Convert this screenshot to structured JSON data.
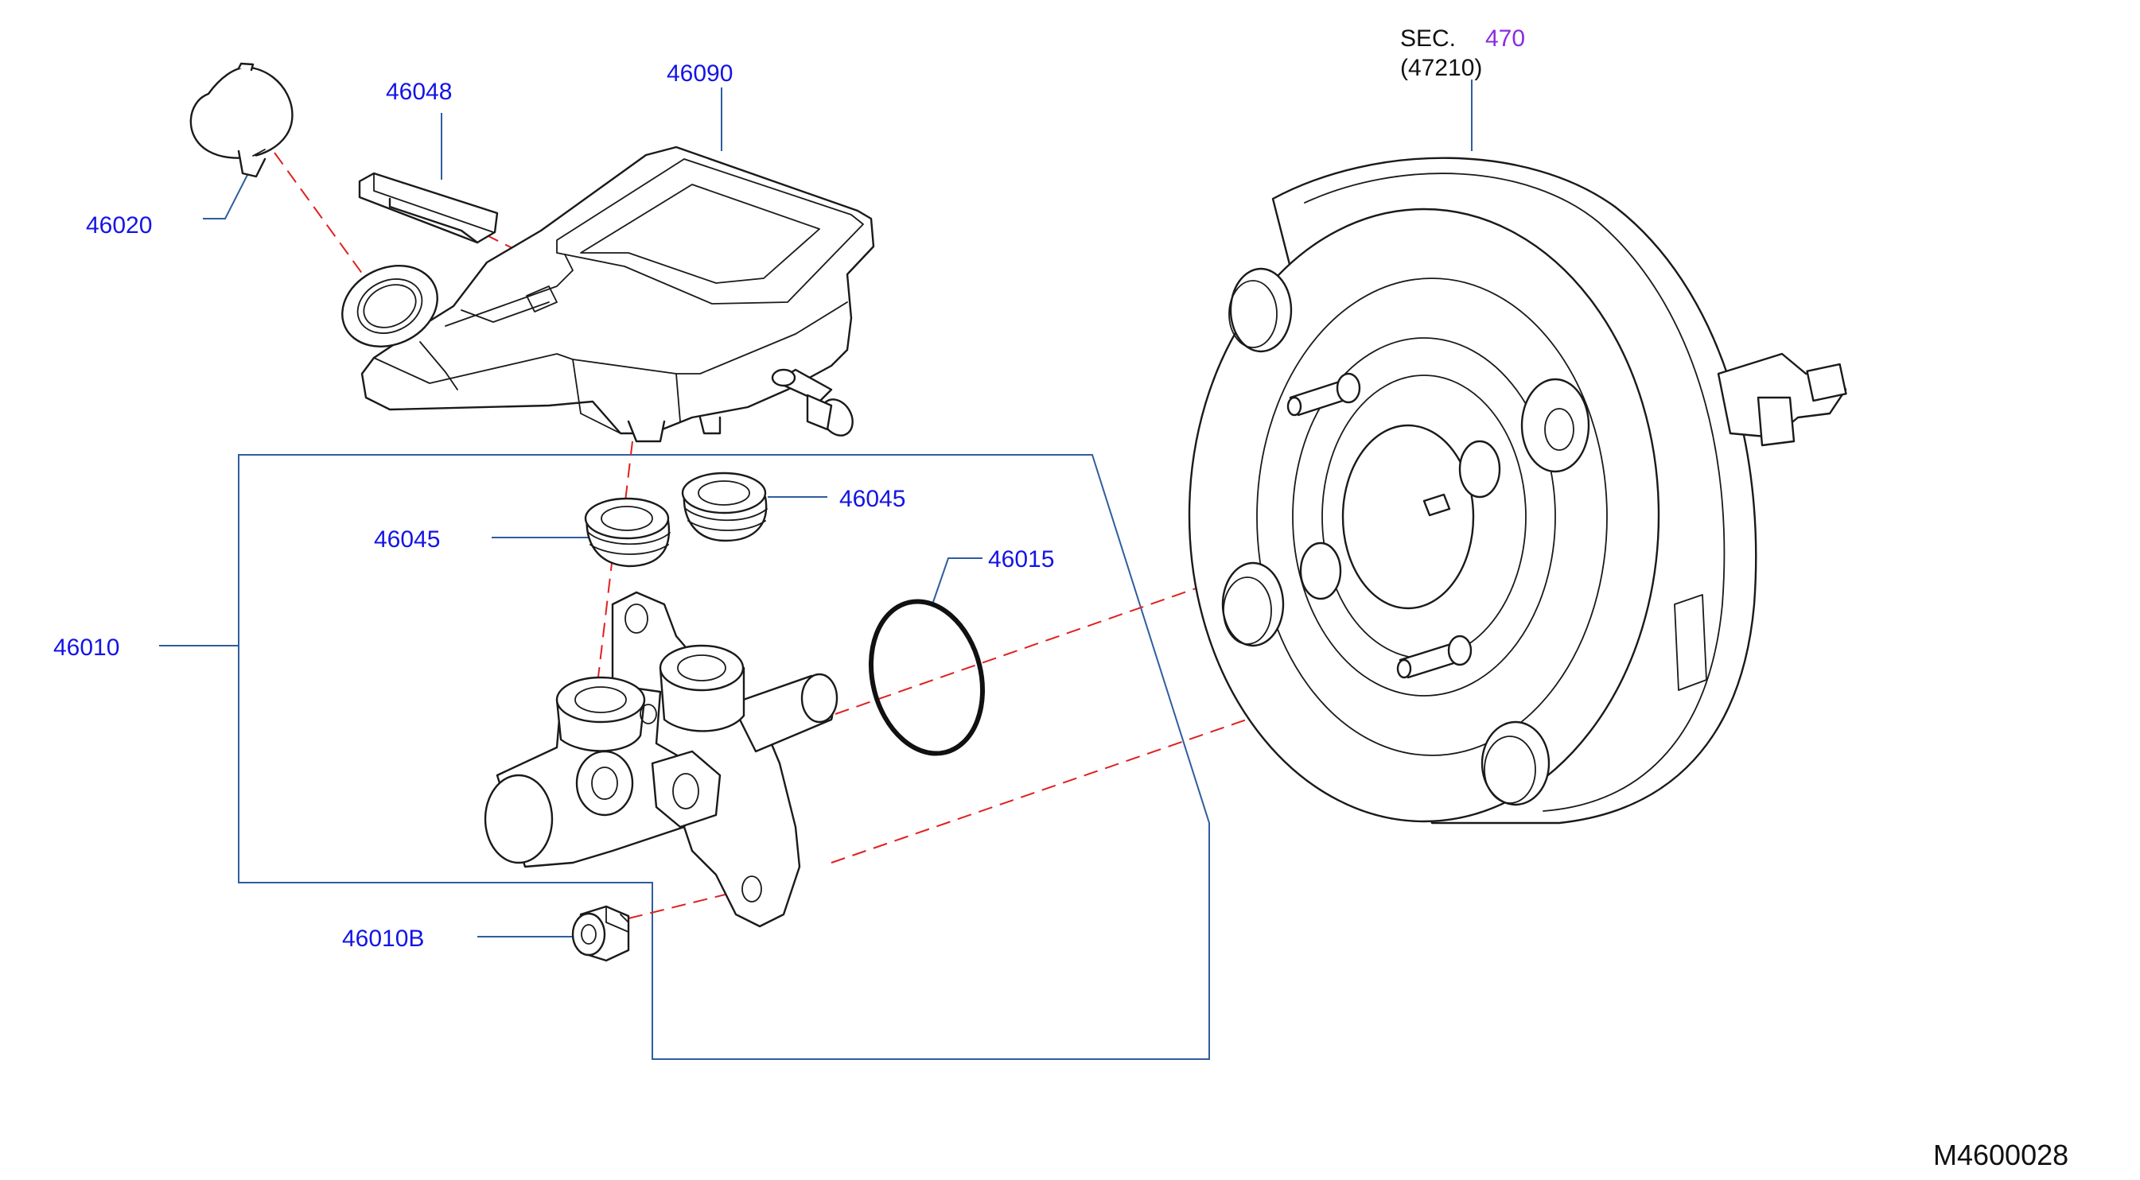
{
  "labels": {
    "p46020": "46020",
    "p46048": "46048",
    "p46090": "46090",
    "p46045_a": "46045",
    "p46045_b": "46045",
    "p46015": "46015",
    "p46010": "46010",
    "p46010b": "46010B",
    "sec_prefix": "SEC.",
    "sec_number": "470",
    "sec_sub": "(47210)",
    "drawing_id": "M4600028"
  },
  "colors": {
    "part_number": "#1414e6",
    "section_ref": "#8a2be2",
    "text_black": "#111111",
    "leader_line": "#2f5d9e",
    "dashed_line": "#e02020"
  }
}
